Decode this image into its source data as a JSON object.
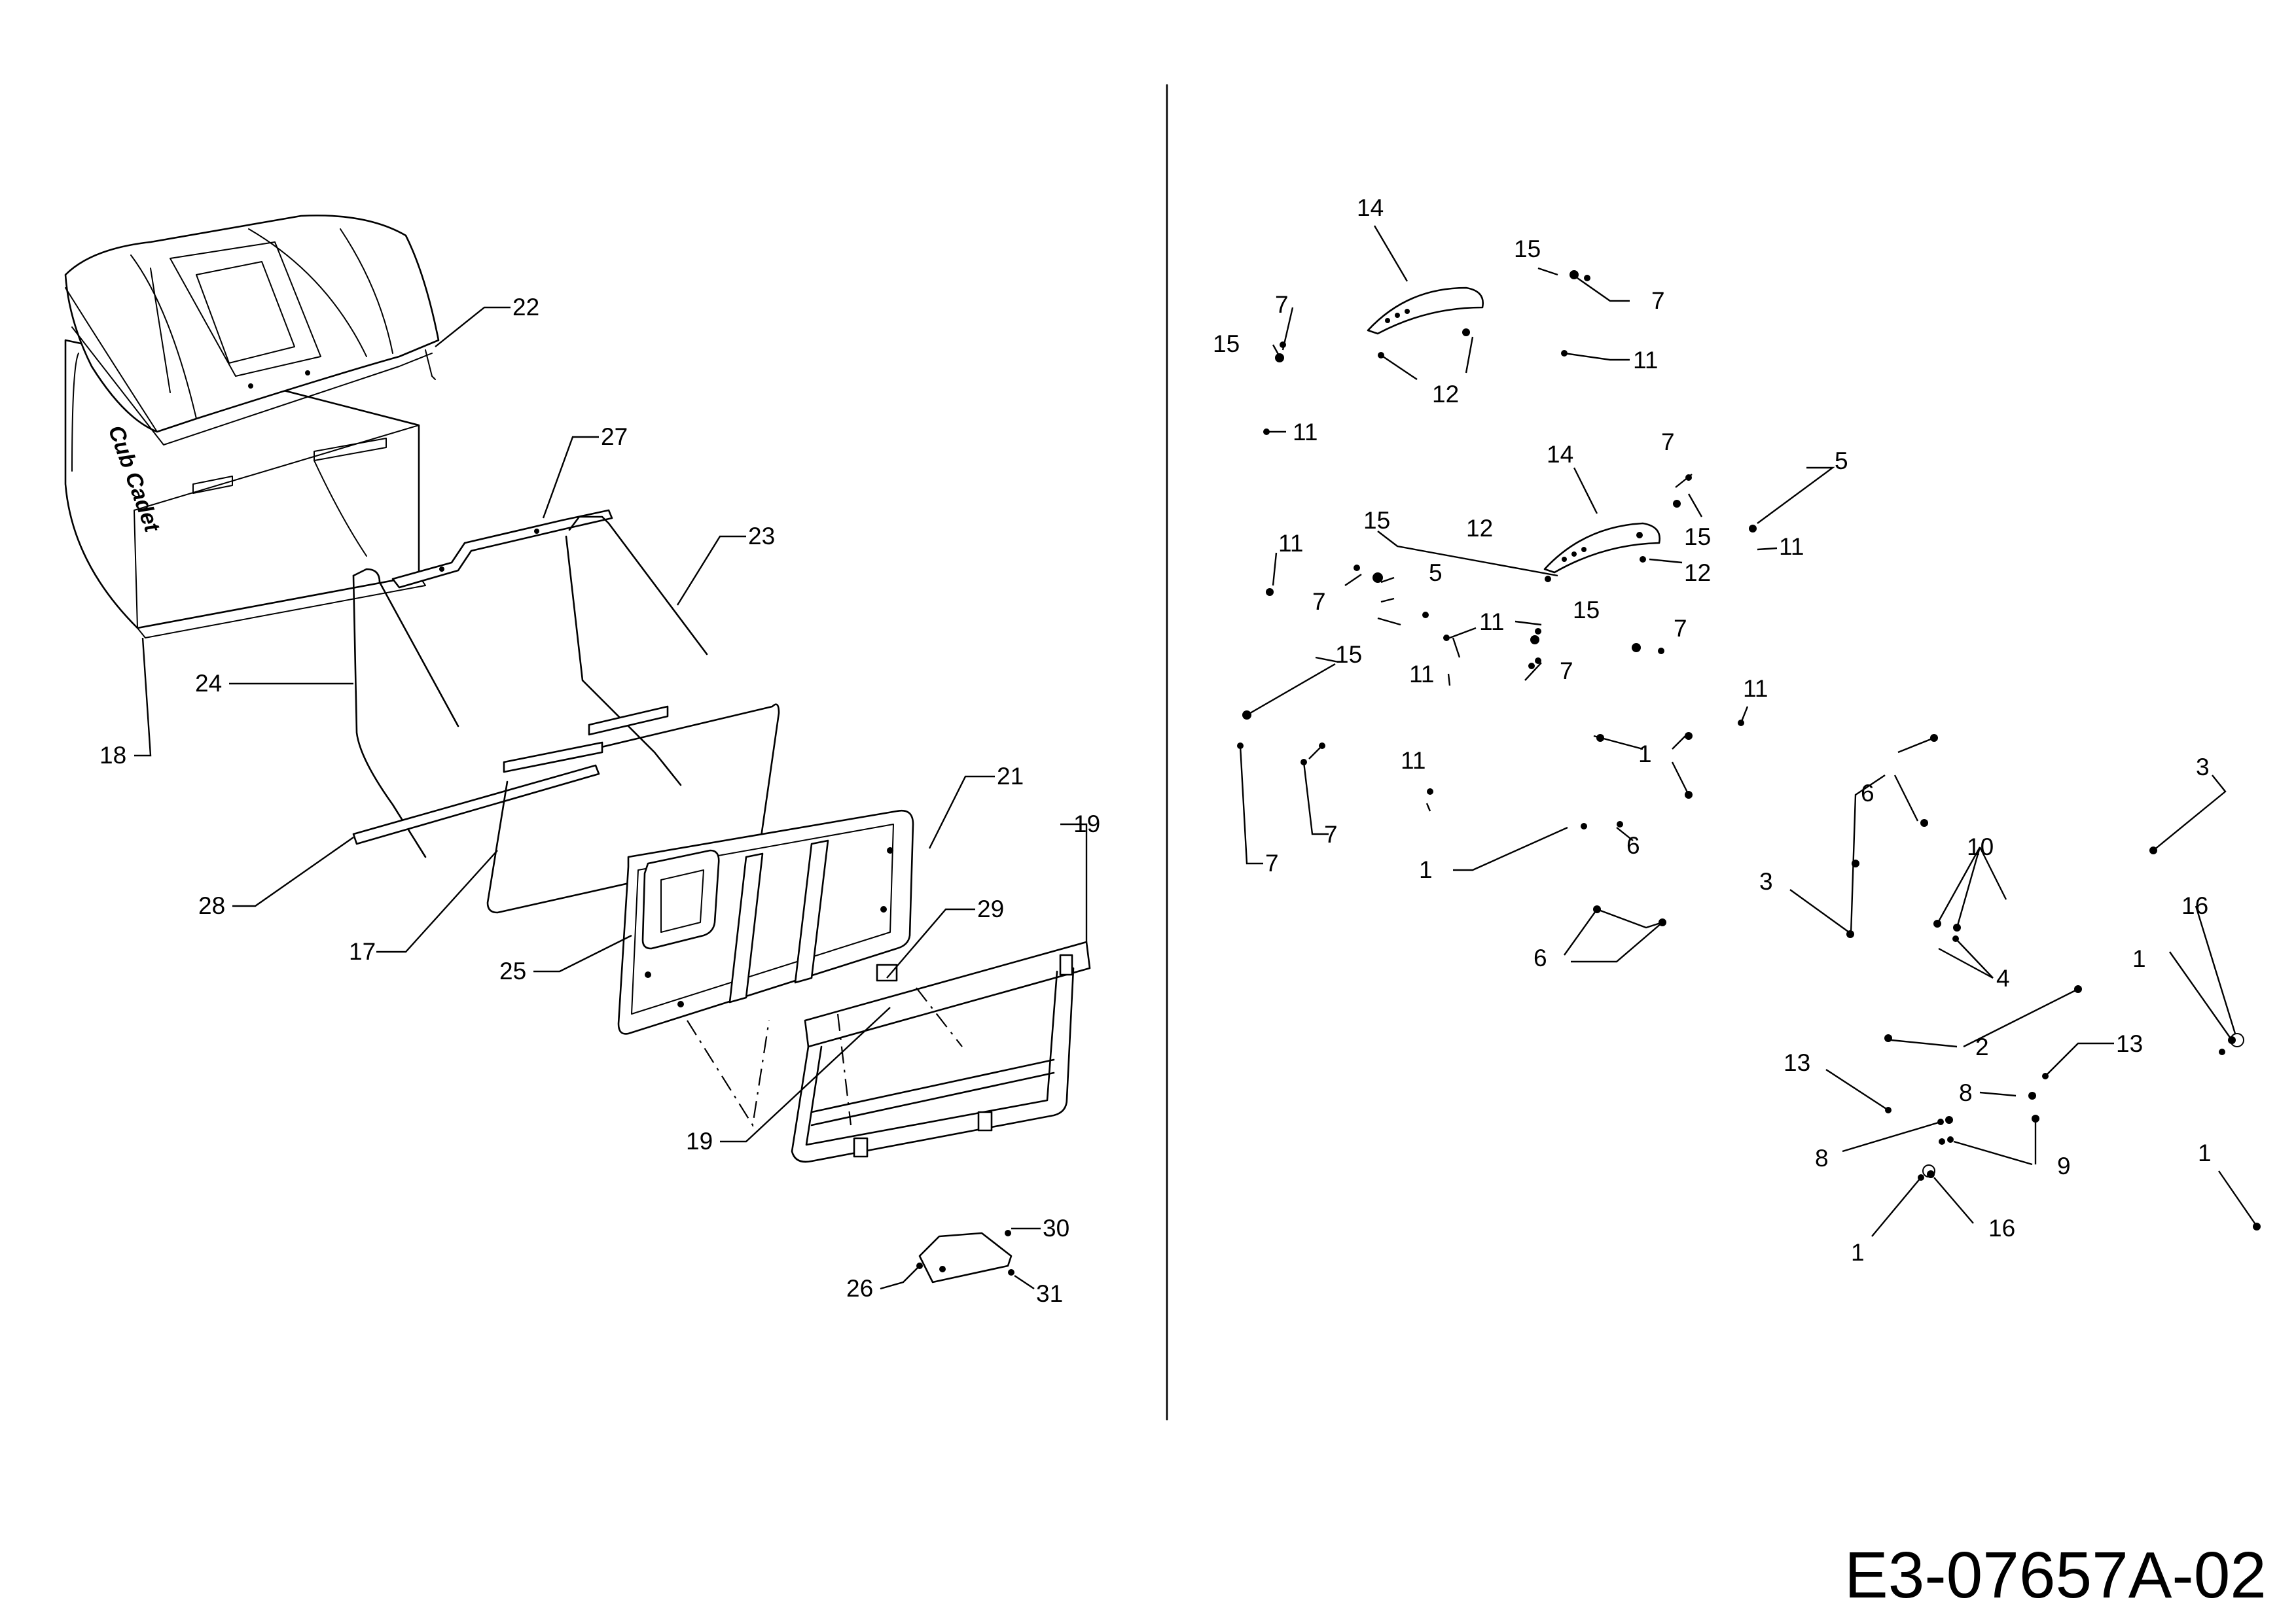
{
  "drawing_number": "E3-07657A-02",
  "brand_mark": "Cub Cadet",
  "left_callouts": [
    "22",
    "27",
    "23",
    "24",
    "18",
    "21",
    "19",
    "28",
    "17",
    "25",
    "29",
    "19",
    "30",
    "26",
    "31"
  ],
  "right_callouts": [
    "14",
    "15",
    "7",
    "7",
    "15",
    "12",
    "11",
    "11",
    "14",
    "7",
    "5",
    "15",
    "11",
    "15",
    "12",
    "12",
    "11",
    "7",
    "5",
    "11",
    "15",
    "7",
    "11",
    "7",
    "15",
    "11",
    "7",
    "1",
    "11",
    "7",
    "1",
    "6",
    "3",
    "6",
    "3",
    "10",
    "16",
    "6",
    "4",
    "1",
    "2",
    "13",
    "13",
    "8",
    "8",
    "9",
    "1",
    "16",
    "1"
  ]
}
